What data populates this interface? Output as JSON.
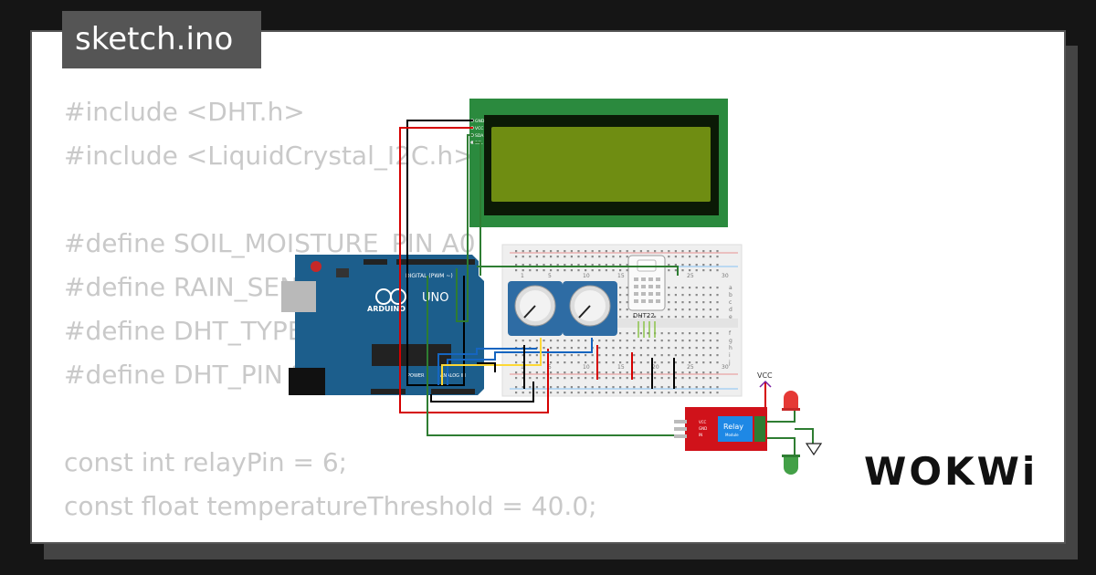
{
  "header": {
    "file_name": "sketch.ino"
  },
  "code_lines": [
    "#include <DHT.h>",
    "#include <LiquidCrystal_I2C.h>",
    "",
    "#define SOIL_MOISTURE_PIN A0",
    "#define RAIN_SENSOR_PIN A1",
    "#define DHT_TYPE DHT22",
    "#define DHT_PIN 2",
    "",
    "const int relayPin = 6;",
    "const float temperatureThreshold = 40.0;"
  ],
  "components": {
    "arduino": {
      "brand": "ARDUINO",
      "model": "UNO",
      "digital_label": "DIGITAL (PWM ~)",
      "power_label": "POWER",
      "analog_label": "ANALOG IN"
    },
    "lcd": {
      "pins": [
        "GND",
        "VCC",
        "SDA",
        "SCL"
      ]
    },
    "dht": {
      "label": "DHT22"
    },
    "relay": {
      "label": "Relay",
      "sublabel": "Module",
      "pins": [
        "VCC",
        "GND",
        "IN"
      ]
    },
    "power": {
      "vcc_label": "VCC"
    },
    "breadboard": {
      "numbers": [
        "1",
        "5",
        "10",
        "15",
        "20",
        "25",
        "30"
      ],
      "rows": [
        "a",
        "b",
        "c",
        "d",
        "e",
        "f",
        "g",
        "h",
        "i",
        "j"
      ]
    }
  },
  "brand": {
    "logo_text": "WOKWi"
  },
  "colors": {
    "background": "#151515",
    "card": "#ffffff",
    "title_bg": "#555555",
    "code_text": "#c9c9c9",
    "arduino_blue": "#1c5e8c",
    "lcd_green": "#2b8a3e",
    "lcd_screen": "#6f8d12",
    "relay_red": "#d0121a"
  }
}
